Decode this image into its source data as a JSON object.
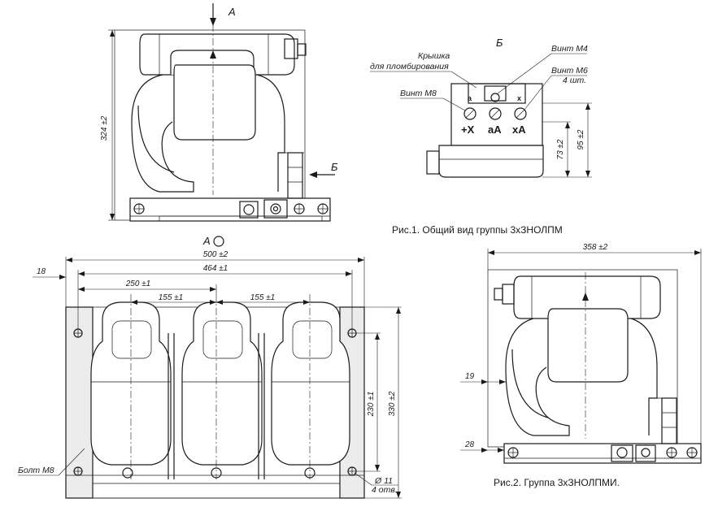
{
  "views": {
    "a_arrow": "А",
    "b_arrow": "Б",
    "b_view": "Б",
    "a_view": "А"
  },
  "captions": {
    "fig1": "Рис.1. Общий вид группы 3хЗНОЛПМ",
    "fig2": "Рис.2. Группа 3хЗНОЛПМИ."
  },
  "callouts": {
    "cover_1": "Крышка",
    "cover_2": "для пломбирования",
    "screw_m4": "Винт М4",
    "screw_m6": "Винт М6",
    "screw_m6_qty": "4 шт.",
    "screw_m8": "Винт М8",
    "bolt_m8": "Болт М8",
    "hole_dia": "Ø 11",
    "hole_qty": "4 отв."
  },
  "terminals": {
    "small_a": "а",
    "small_x": "х",
    "plus_x": "+Х",
    "a_a": "аА",
    "x_a": "хА"
  },
  "dimensions": {
    "fig1_height": "324 ±2",
    "fig1b_73": "73 ±2",
    "fig1b_95": "95 ±2",
    "plan_500": "500 ±2",
    "plan_464": "464 ±1",
    "plan_250": "250 ±1",
    "plan_155_left": "155 ±1",
    "plan_155_right": "155 ±1",
    "plan_18": "18",
    "plan_230": "230 ±1",
    "plan_330": "330 ±2",
    "fig2_358": "358 ±2",
    "fig2_19": "19",
    "fig2_28": "28"
  }
}
